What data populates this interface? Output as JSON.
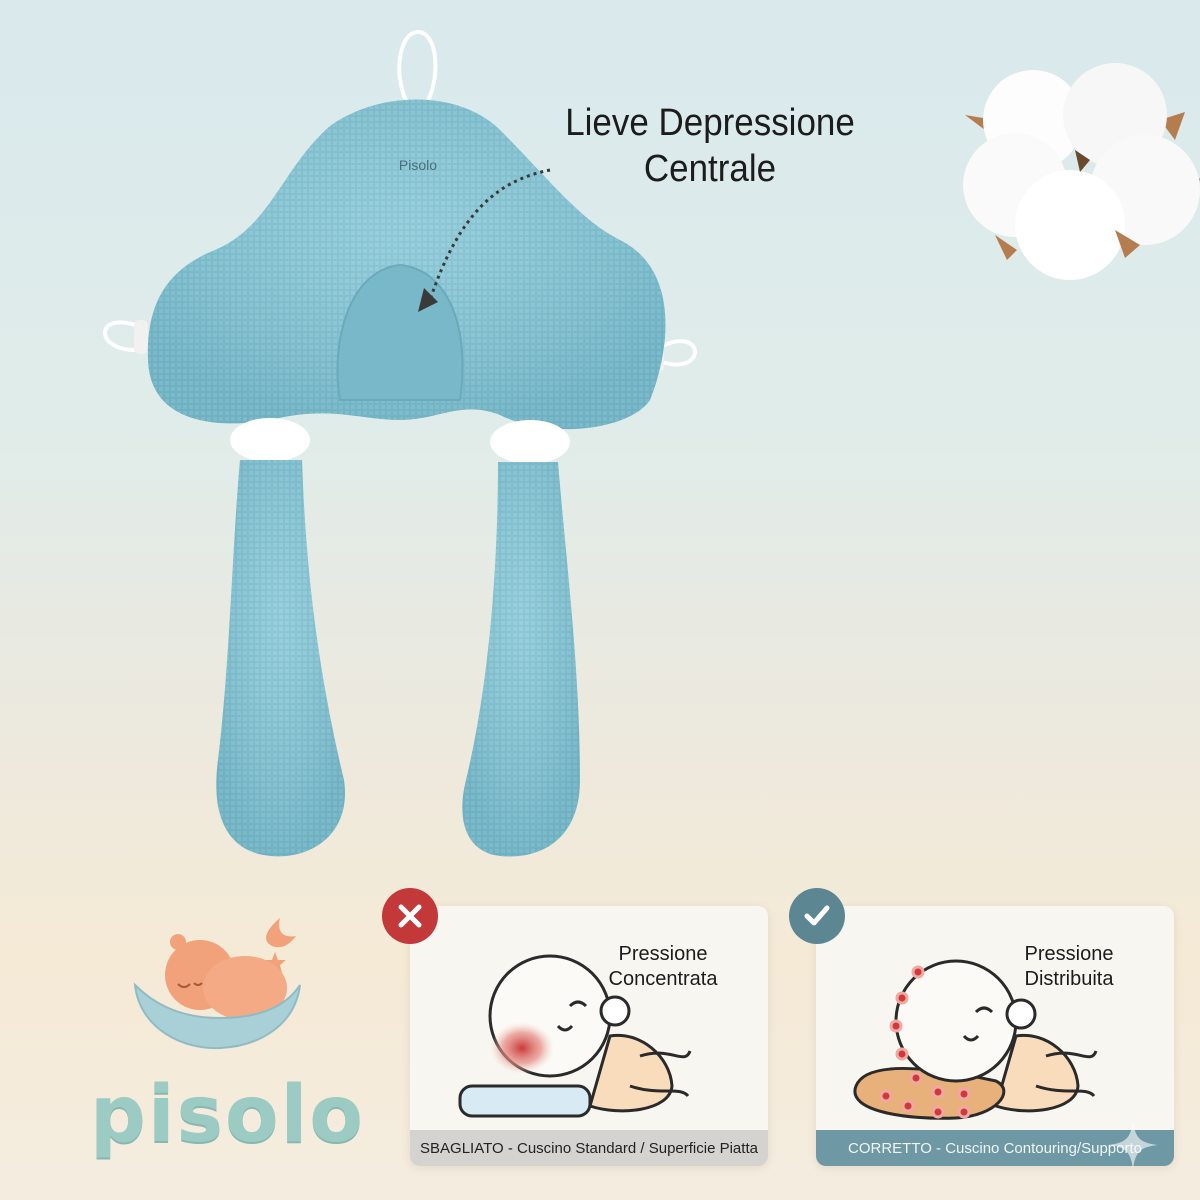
{
  "headline": {
    "line1": "Lieve Depressione",
    "line2": "Centrale"
  },
  "product": {
    "brand_tag": "Pisolo",
    "color": "#7fbfcf"
  },
  "logo": {
    "wordmark": "pisolo",
    "wordmark_color": "#9ccbc4",
    "mascot_color": "#f2a27a"
  },
  "comparison": {
    "wrong": {
      "badge_icon": "x-icon",
      "badge_color": "#c3393a",
      "label_line1": "Pressione",
      "label_line2": "Concentrata",
      "caption": "SBAGLIATO - Cuscino Standard / Superficie Piatta"
    },
    "right": {
      "badge_icon": "check-icon",
      "badge_color": "#5b8692",
      "label_line1": "Pressione",
      "label_line2": "Distribuita",
      "caption": "CORRETTO - Cuscino Contouring/Supporto"
    }
  }
}
